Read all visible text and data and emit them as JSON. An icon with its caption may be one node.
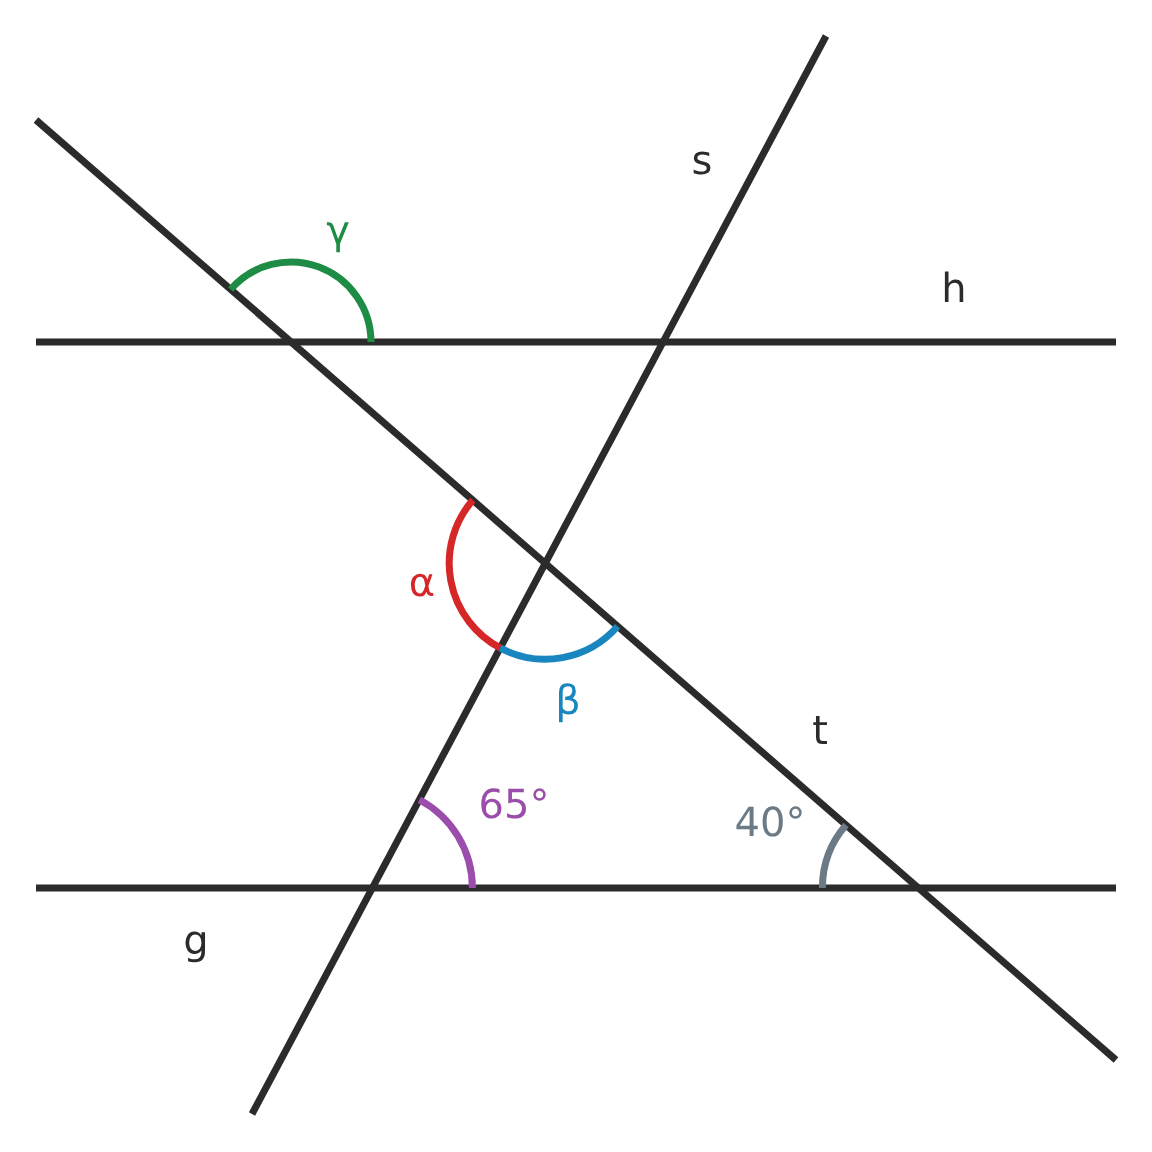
{
  "diagram": {
    "labels": [
      "s",
      "γ",
      "h",
      "α",
      "β",
      "t",
      "65°",
      "40°",
      "g"
    ]
  }
}
